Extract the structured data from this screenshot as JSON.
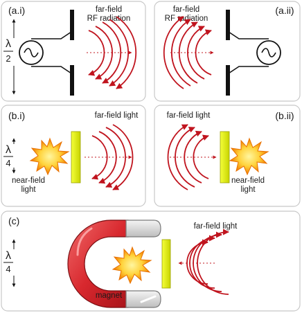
{
  "panels": {
    "a_i": {
      "tag": "(a.i)",
      "caption_line1": "far-field",
      "caption_line2": "RF radiation"
    },
    "a_ii": {
      "tag": "(a.ii)",
      "caption_line1": "far-field",
      "caption_line2": "RF radiation"
    },
    "b_i": {
      "tag": "(b.i)",
      "caption": "far-field light",
      "near_line1": "near-field",
      "near_line2": "light"
    },
    "b_ii": {
      "tag": "(b.ii)",
      "caption": "far-field light",
      "near_line1": "near-field",
      "near_line2": "light"
    },
    "c": {
      "tag": "(c)",
      "caption": "far-field light",
      "magnet_label": "magnet"
    }
  },
  "scale_labels": {
    "a": {
      "symbol": "λ",
      "denominator": "2"
    },
    "b": {
      "symbol": "λ",
      "denominator": "4"
    },
    "c": {
      "symbol": "λ",
      "denominator": "4"
    }
  },
  "colors": {
    "panel_border": "#c8c8c8",
    "wave": "#c0141e",
    "screen": "#e6f000",
    "magnet_red": "#d8282e",
    "magnet_pole": "#d8d8d8",
    "burst_outer": "#f08a00",
    "burst_inner": "#ffe24a"
  },
  "icons": [
    "ac-source-icon",
    "light-burst-icon",
    "magnet-icon",
    "scale-arrow-icon"
  ]
}
